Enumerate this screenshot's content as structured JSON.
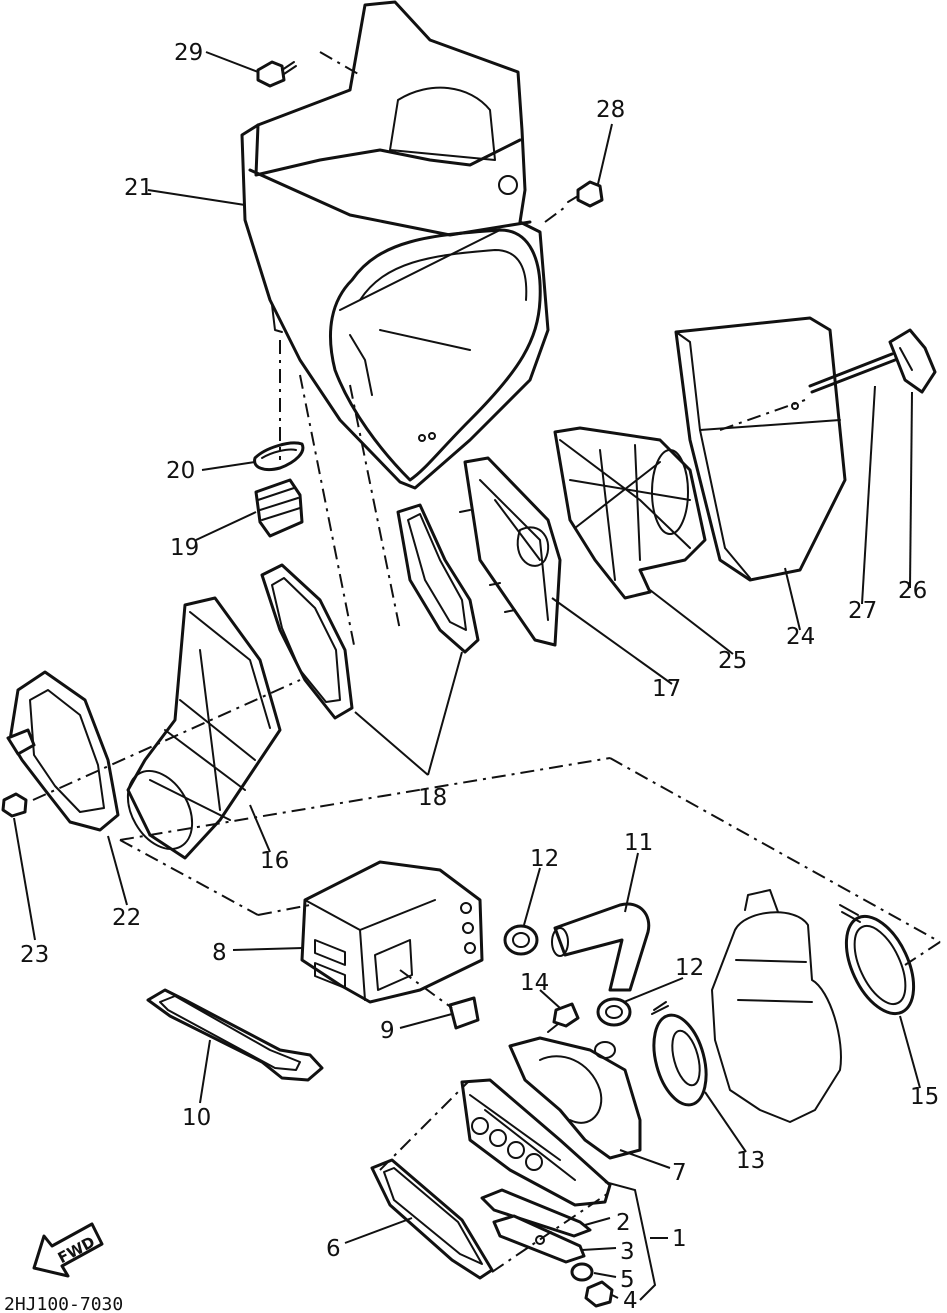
{
  "diagram_code": "2HJ100-7030",
  "fwd_label": "FWD",
  "callouts": [
    {
      "id": "1",
      "label": "1"
    },
    {
      "id": "2",
      "label": "2"
    },
    {
      "id": "3",
      "label": "3"
    },
    {
      "id": "4",
      "label": "4"
    },
    {
      "id": "5",
      "label": "5"
    },
    {
      "id": "6",
      "label": "6"
    },
    {
      "id": "7",
      "label": "7"
    },
    {
      "id": "8",
      "label": "8"
    },
    {
      "id": "9",
      "label": "9"
    },
    {
      "id": "10",
      "label": "10"
    },
    {
      "id": "11",
      "label": "11"
    },
    {
      "id": "12a",
      "label": "12"
    },
    {
      "id": "12b",
      "label": "12"
    },
    {
      "id": "13",
      "label": "13"
    },
    {
      "id": "14",
      "label": "14"
    },
    {
      "id": "15",
      "label": "15"
    },
    {
      "id": "16",
      "label": "16"
    },
    {
      "id": "17",
      "label": "17"
    },
    {
      "id": "18",
      "label": "18"
    },
    {
      "id": "19",
      "label": "19"
    },
    {
      "id": "20",
      "label": "20"
    },
    {
      "id": "21",
      "label": "21"
    },
    {
      "id": "22",
      "label": "22"
    },
    {
      "id": "23",
      "label": "23"
    },
    {
      "id": "24",
      "label": "24"
    },
    {
      "id": "25",
      "label": "25"
    },
    {
      "id": "26",
      "label": "26"
    },
    {
      "id": "27",
      "label": "27"
    },
    {
      "id": "28",
      "label": "28"
    },
    {
      "id": "29",
      "label": "29"
    }
  ]
}
